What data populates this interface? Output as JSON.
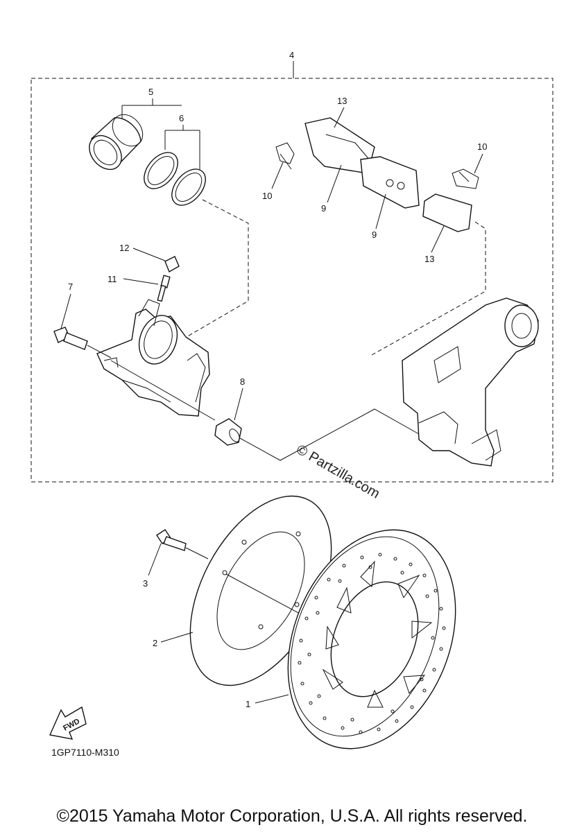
{
  "callouts": {
    "c1": "1",
    "c2": "2",
    "c3": "3",
    "c4": "4",
    "c5": "5",
    "c6": "6",
    "c7": "7",
    "c8": "8",
    "c9a": "9",
    "c9b": "9",
    "c10a": "10",
    "c10b": "10",
    "c11": "11",
    "c12": "12",
    "c13a": "13",
    "c13b": "13"
  },
  "watermark": "© Partzilla.com",
  "fwd_label": "FWD",
  "diagram_code": "1GP7110-M310",
  "copyright": "©2015 Yamaha Motor Corporation, U.S.A. All rights reserved."
}
